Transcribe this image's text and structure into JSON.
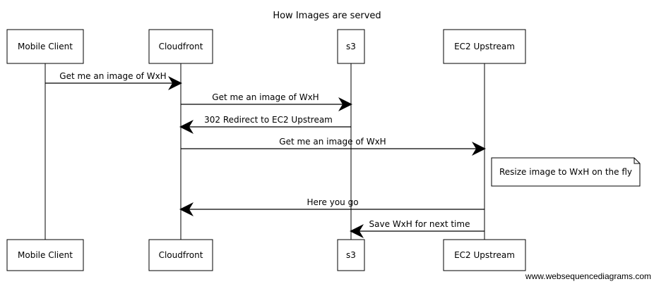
{
  "title": "How Images are served",
  "participants": [
    {
      "id": "mobile",
      "label": "Mobile Client"
    },
    {
      "id": "cloudfront",
      "label": "Cloudfront"
    },
    {
      "id": "s3",
      "label": "s3"
    },
    {
      "id": "ec2",
      "label": "EC2 Upstream"
    }
  ],
  "messages": [
    {
      "from": "mobile",
      "to": "cloudfront",
      "label": "Get me an image of WxH"
    },
    {
      "from": "cloudfront",
      "to": "s3",
      "label": "Get me an image of WxH"
    },
    {
      "from": "s3",
      "to": "cloudfront",
      "label": "302 Redirect to EC2 Upstream"
    },
    {
      "from": "cloudfront",
      "to": "ec2",
      "label": "Get me an image of WxH"
    },
    {
      "from": "ec2",
      "to": "cloudfront",
      "label": "Here you go"
    },
    {
      "from": "ec2",
      "to": "s3",
      "label": "Save WxH for next time"
    }
  ],
  "note": {
    "over": "ec2",
    "text": "Resize image to WxH on the fly"
  },
  "watermark": "www.websequencediagrams.com"
}
